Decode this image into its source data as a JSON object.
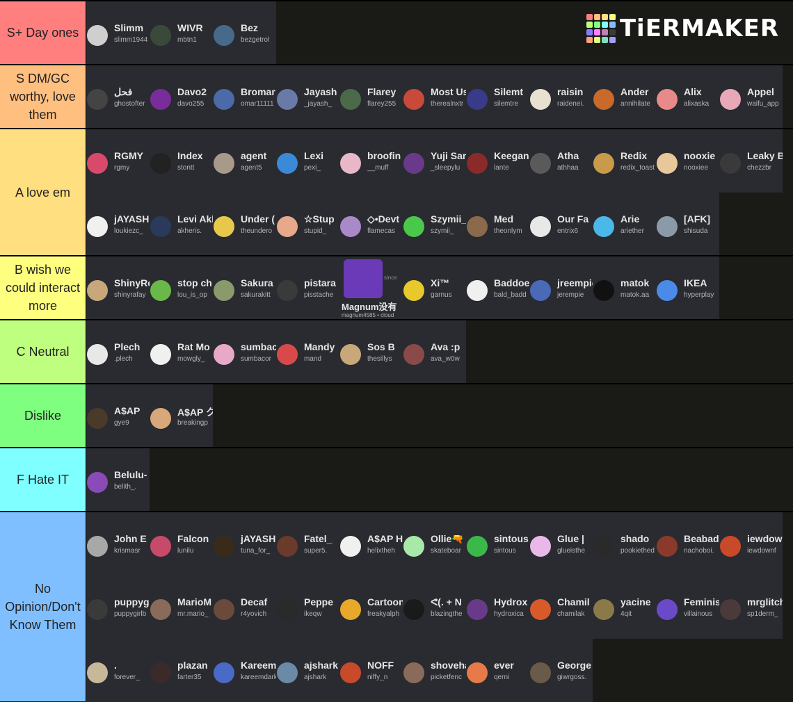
{
  "logo": {
    "text": "TiERMAKER",
    "colors": [
      "#ff7f7f",
      "#ffbf7f",
      "#ffdf7f",
      "#ffff7f",
      "#bfff7f",
      "#7fff7f",
      "#7fffff",
      "#7fbfff",
      "#7f7fff",
      "#ff7fff",
      "#bf7fbf",
      "#3b3b3b",
      "#ff9f7f",
      "#dfff7f",
      "#7fdfbf",
      "#9f9fff"
    ]
  },
  "tiers": [
    {
      "label": "S+ Day ones",
      "color": "#ff7f7f",
      "items": [
        {
          "name": "Slimm",
          "user": "slimm1944",
          "color": "#cfcfcf"
        },
        {
          "name": "WIVR",
          "user": "mbtn1",
          "color": "#3a4a3a"
        },
        {
          "name": "Bez",
          "user": "bezgetrol",
          "color": "#486a8a"
        }
      ]
    },
    {
      "label": "S DM/GC worthy, love them",
      "color": "#ffbf7f",
      "items": [
        {
          "name": "فحل",
          "user": "ghostofter",
          "color": "#444444"
        },
        {
          "name": "Davo2",
          "user": "davo255",
          "color": "#7a2d9a"
        },
        {
          "name": "Bromar",
          "user": "omar11111",
          "color": "#4a6aa8"
        },
        {
          "name": "Jayash",
          "user": "_jayash_",
          "color": "#6a7aa8"
        },
        {
          "name": "Flarey",
          "user": "flarey255",
          "color": "#4a6a4a"
        },
        {
          "name": "Most Us",
          "user": "therealnxtr",
          "color": "#c84a3a"
        },
        {
          "name": "Silemt",
          "user": "silemtre",
          "color": "#3a3a8a"
        },
        {
          "name": "raisin",
          "user": "raidenei.",
          "color": "#e8e0d0"
        },
        {
          "name": "Ander",
          "user": "annihilate",
          "color": "#c86a2a"
        },
        {
          "name": "Alix",
          "user": "alixaska",
          "color": "#e88a8a"
        },
        {
          "name": "Appel",
          "user": "waifu_app",
          "color": "#e8a8b8"
        }
      ]
    },
    {
      "label": "A love em",
      "color": "#ffdf7f",
      "items": [
        {
          "name": "RGMY",
          "user": "rgmy",
          "color": "#d84a6a"
        },
        {
          "name": "Index",
          "user": "stontt",
          "color": "#222222"
        },
        {
          "name": "agent",
          "user": "agent5",
          "color": "#a89a8a"
        },
        {
          "name": "Lexi",
          "user": "pexi_",
          "color": "#3a8ad8"
        },
        {
          "name": "broofin",
          "user": "__muff",
          "color": "#e8b8c8"
        },
        {
          "name": "Yuji San",
          "user": "_sleepylu",
          "color": "#6a3a8a"
        },
        {
          "name": "Keegan",
          "user": "lante",
          "color": "#8a2a2a"
        },
        {
          "name": "Atha",
          "user": "athhaa",
          "color": "#5a5a5a"
        },
        {
          "name": "Redix",
          "user": "redix_toast",
          "color": "#c89a4a"
        },
        {
          "name": "nooxie",
          "user": "nooxiee",
          "color": "#e8c89a"
        },
        {
          "name": "Leaky B",
          "user": "chezzbr",
          "color": "#3a3a3a"
        },
        {
          "name": "jAYASH",
          "user": "loukiezc_",
          "color": "#f0f0f0"
        },
        {
          "name": "Levi Akherm",
          "user": "akheris.",
          "color": "#2a3a5a"
        },
        {
          "name": "Under (",
          "user": "theundero",
          "color": "#e8c84a"
        },
        {
          "name": "☆Stup",
          "user": "stupid_",
          "color": "#e8a88a"
        },
        {
          "name": "◇•Devt",
          "user": "flamecas",
          "color": "#a88ac8"
        },
        {
          "name": "Szymii_",
          "user": "szymii_",
          "color": "#4ac84a"
        },
        {
          "name": "Med",
          "user": "theonlym",
          "color": "#8a6a4a"
        },
        {
          "name": "Our Fa",
          "user": "entrix6",
          "color": "#e8e8e8"
        },
        {
          "name": "Arie",
          "user": "ariether",
          "color": "#4ab8e8"
        },
        {
          "name": "[AFK]",
          "user": "shisuda",
          "color": "#8a9aa8"
        }
      ]
    },
    {
      "label": "B wish we could interact more",
      "color": "#ffff7f",
      "items": [
        {
          "name": "ShinyRe",
          "user": "shinyrafay",
          "color": "#c8a87a"
        },
        {
          "name": "stop ch",
          "user": "lou_is_op",
          "color": "#6ab84a"
        },
        {
          "name": "Sakura",
          "user": "sakurakitt",
          "color": "#8a9a6a"
        },
        {
          "name": "pistara",
          "user": "pisstache",
          "color": "#3a3a3a"
        },
        {
          "name": "Magnum没有",
          "user": "magnum4585 • cloud",
          "color": "#6a3ab8",
          "big": true,
          "since": "since"
        },
        {
          "name": "Xi™",
          "user": "garnus",
          "color": "#e8c82a"
        },
        {
          "name": "Baddoe",
          "user": "bald_badd",
          "color": "#f0f0f0"
        },
        {
          "name": "jreempie",
          "user": "jerempie",
          "color": "#4a6ab8"
        },
        {
          "name": "matok",
          "user": "matok.aa",
          "color": "#111111"
        },
        {
          "name": "IKEA",
          "user": "hyperplay",
          "color": "#4a8ae8"
        }
      ]
    },
    {
      "label": "C Neutral",
      "color": "#bfff7f",
      "items": [
        {
          "name": "Plech",
          "user": ".plech",
          "color": "#e8e8e8"
        },
        {
          "name": "Rat Mo",
          "user": "mowgly_",
          "color": "#f0f0f0"
        },
        {
          "name": "sumbac",
          "user": "sumbacor",
          "color": "#e8a8c8"
        },
        {
          "name": "Mandy",
          "user": "mand",
          "color": "#d84a4a"
        },
        {
          "name": "Sos B",
          "user": "thesillys",
          "color": "#c8a87a"
        },
        {
          "name": "Ava :p",
          "user": "ava_w0w",
          "color": "#8a4a4a"
        }
      ]
    },
    {
      "label": "Dislike",
      "color": "#7fff7f",
      "items": [
        {
          "name": "A$AP",
          "user": "gye9",
          "color": "#4a3a2a"
        },
        {
          "name": "A$AP ク",
          "user": "breakingp",
          "color": "#d8a87a"
        }
      ]
    },
    {
      "label": "F Hate IT",
      "color": "#7fffff",
      "items": [
        {
          "name": "Belulu-",
          "user": "belith_.",
          "color": "#8a4ab8"
        }
      ]
    },
    {
      "label": "No Opinion/Don't Know Them",
      "color": "#7fbfff",
      "items": [
        {
          "name": "John E",
          "user": "krismasr",
          "color": "#a8a8a8"
        },
        {
          "name": "Falcon",
          "user": "lunilu",
          "color": "#c84a6a"
        },
        {
          "name": "jAYASH",
          "user": "tuna_for_",
          "color": "#3a2a1a"
        },
        {
          "name": "Fatel_",
          "user": "super5.",
          "color": "#6a3a2a"
        },
        {
          "name": "A$AP H",
          "user": "helixtheh",
          "color": "#f0f0f0"
        },
        {
          "name": "Ollie🔫",
          "user": "skateboar",
          "color": "#a8e8a8"
        },
        {
          "name": "sintous",
          "user": "sintous",
          "color": "#3ab84a"
        },
        {
          "name": "Glue |",
          "user": "glueisthe",
          "color": "#e8b8e8"
        },
        {
          "name": "shado",
          "user": "pookiethed",
          "color": "#2a2a2a"
        },
        {
          "name": "Beabad",
          "user": "nachoboi.",
          "color": "#8a3a2a"
        },
        {
          "name": "iewdow",
          "user": "iewdownf",
          "color": "#c84a2a"
        },
        {
          "name": "puppygi",
          "user": "puppygirlb",
          "color": "#3a3a3a"
        },
        {
          "name": "MarioM",
          "user": "mr.mario_",
          "color": "#8a6a5a"
        },
        {
          "name": "Decaf",
          "user": "r4yovich",
          "color": "#6a4a3a"
        },
        {
          "name": "Peppe",
          "user": "ikeqw",
          "color": "#2a2a2a"
        },
        {
          "name": "Cartoon",
          "user": "freakyalph",
          "color": "#e8a82a"
        },
        {
          "name": "ᕙ(.  + N",
          "user": "blazingthe",
          "color": "#1a1a1a"
        },
        {
          "name": "Hydrox",
          "user": "hydroxica",
          "color": "#6a3a8a"
        },
        {
          "name": "Chamil",
          "user": "chamilak",
          "color": "#d85a2a"
        },
        {
          "name": "yacine",
          "user": "4qit",
          "color": "#8a7a4a"
        },
        {
          "name": "Feminis",
          "user": "villainous",
          "color": "#6a4ac8"
        },
        {
          "name": "mrglitch",
          "user": "sp1derm_",
          "color": "#4a3a3a"
        },
        {
          "name": ".",
          "user": "forever_",
          "color": "#c8b89a"
        },
        {
          "name": "plazan",
          "user": "farter35",
          "color": "#3a2a2a"
        },
        {
          "name": "Kareem",
          "user": "kareemdark",
          "color": "#4a6ac8"
        },
        {
          "name": "ajshark",
          "user": "ajshark",
          "color": "#6a8aa8"
        },
        {
          "name": "NOFF",
          "user": "niffy_n",
          "color": "#c84a2a"
        },
        {
          "name": "shoveha",
          "user": "picketfenc",
          "color": "#8a6a5a"
        },
        {
          "name": "ever",
          "user": "qerni",
          "color": "#e87a4a"
        },
        {
          "name": "George",
          "user": "giwrgoss.",
          "color": "#6a5a4a"
        }
      ]
    }
  ]
}
